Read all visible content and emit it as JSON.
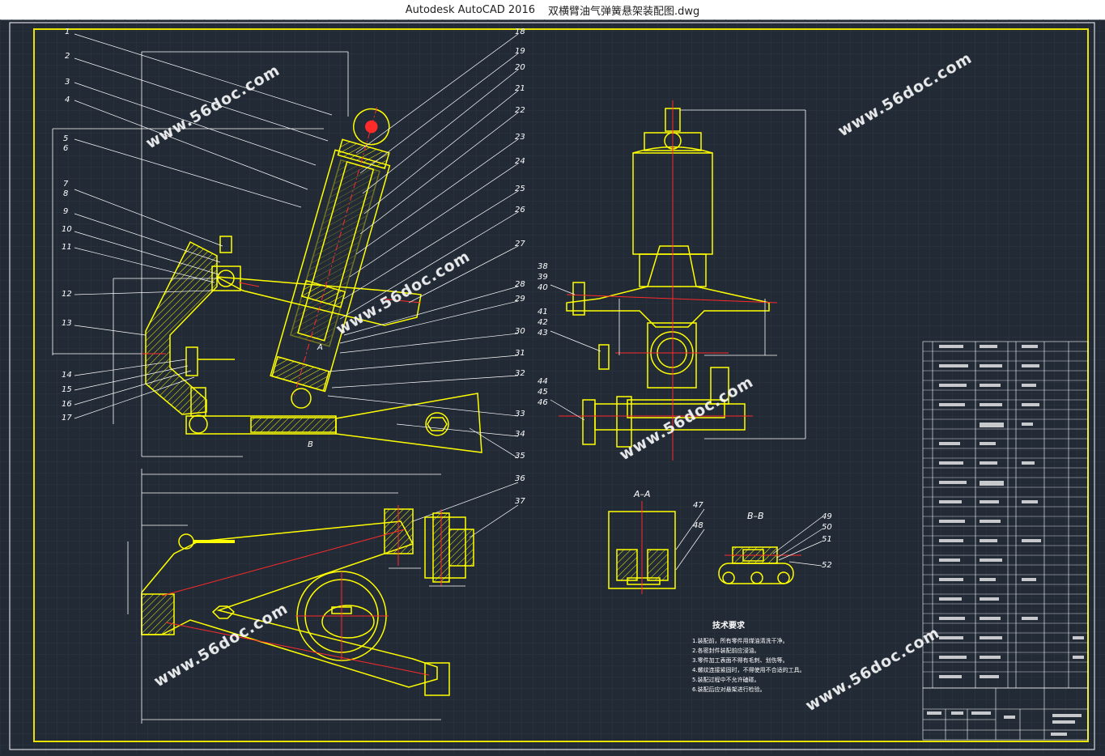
{
  "window": {
    "app": "Autodesk AutoCAD 2016",
    "file": "双横臂油气弹簧悬架装配图.dwg"
  },
  "watermark": "www.56doc.com",
  "part_numbers": [
    "1",
    "2",
    "3",
    "4",
    "5",
    "6",
    "7",
    "8",
    "9",
    "10",
    "11",
    "12",
    "13",
    "14",
    "15",
    "16",
    "17",
    "18",
    "19",
    "20",
    "21",
    "22",
    "23",
    "24",
    "25",
    "26",
    "27",
    "28",
    "29",
    "30",
    "31",
    "32",
    "33",
    "34",
    "35",
    "36",
    "37",
    "38",
    "39",
    "40",
    "41",
    "42",
    "43",
    "44",
    "45",
    "46",
    "47",
    "48",
    "49",
    "50",
    "51",
    "52"
  ],
  "section_labels": {
    "aa": "A–A",
    "bb": "B–B",
    "a": "A",
    "b": "B"
  },
  "tech_req": {
    "title": "技术要求",
    "items": [
      "1.装配前，所有零件用煤油清洗干净。",
      "2.各密封件装配前应浸油。",
      "3.零件加工表面不得有毛刺、划伤等。",
      "4.螺纹连接紧固时，不得使用不合适的工具。",
      "5.装配过程中不允许磕碰。",
      "6.装配后应对悬架进行检验。"
    ]
  },
  "colors": {
    "bg": "#222a35",
    "yellow": "#ffff00",
    "red": "#ff2a2a",
    "white": "#ffffff",
    "frame": "#e8e400"
  }
}
